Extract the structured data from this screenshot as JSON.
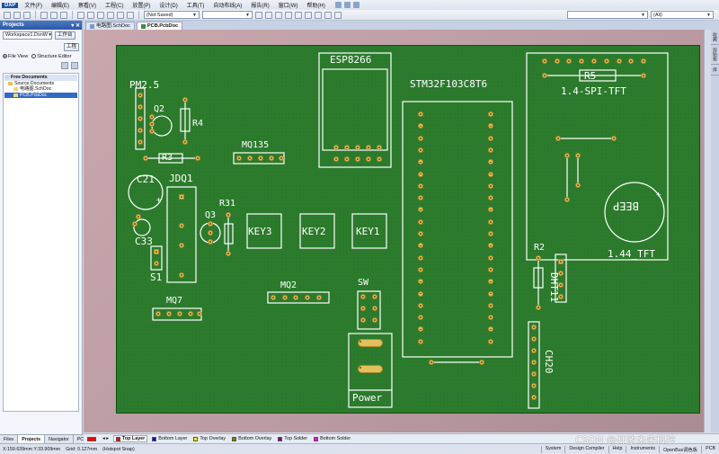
{
  "menubar": {
    "logo": "DXP",
    "items": [
      "文件(F)",
      "编辑(E)",
      "察看(V)",
      "工程(C)",
      "放置(P)",
      "设计(D)",
      "工具(T)",
      "自动布线(A)",
      "报告(R)",
      "窗口(W)",
      "帮助(H)"
    ]
  },
  "toolbar": {
    "unsaved": "(Not Saved)",
    "filter_all": "(All)"
  },
  "projects_panel": {
    "title": "Projects",
    "workspace": "Workspace1.DsnW",
    "btn_workspace": "工作台",
    "btn_project": "工程",
    "radio_file_view": "File View",
    "radio_structure": "Structure Editor",
    "tree": {
      "root": "Free Documents",
      "folder": "Source Documents",
      "file1": "电路图.SchDoc",
      "file2": "PCB.PcbDoc"
    },
    "tabs": [
      "Files",
      "Projects",
      "Navigator",
      "PC"
    ]
  },
  "doc_tabs": [
    "电路图.SchDoc",
    "PCB.PcbDoc"
  ],
  "board_labels": {
    "pm25": "PM2.5",
    "q2": "Q2",
    "r4": "R4",
    "r3": "R3",
    "mq135": "MQ135",
    "esp": "ESP8266",
    "stm": "STM32F103C8T6",
    "r5": "R5",
    "spi": "1.4-SPI-TFT",
    "c21": "C21",
    "jdq1": "JDQ1",
    "r31": "R31",
    "q3": "Q3",
    "key3": "KEY3",
    "key2": "KEY2",
    "key1": "KEY1",
    "c33": "C33",
    "s1": "S1",
    "beep": "BEEP",
    "tft": "1.44_TFT",
    "r2": "R2",
    "dht11": "DHT11",
    "mq2": "MQ2",
    "sw": "SW",
    "mq7": "MQ7",
    "ch20": "CH20",
    "power": "Power"
  },
  "layers": [
    "Top Layer",
    "Bottom Layer",
    "Top Overlay",
    "Bottom Overlay",
    "Top Solder",
    "Bottom Solder"
  ],
  "layer_colors": [
    "#ff0000",
    "#0000ff",
    "#ffff00",
    "#808000",
    "#800080",
    "#ff00ff"
  ],
  "status": {
    "coords": "X:159.639mm Y:33.909mm",
    "grid": "Grid: 0.127mm",
    "snap": "(Hotspot Snap)",
    "right": [
      "System",
      "Design Compiler",
      "Help",
      "Instruments",
      "OpenBus调色板",
      "PCB"
    ]
  },
  "side_panels": [
    "收藏",
    "剪贴板",
    "库"
  ],
  "watermark": "CSDN @开放未来科技"
}
